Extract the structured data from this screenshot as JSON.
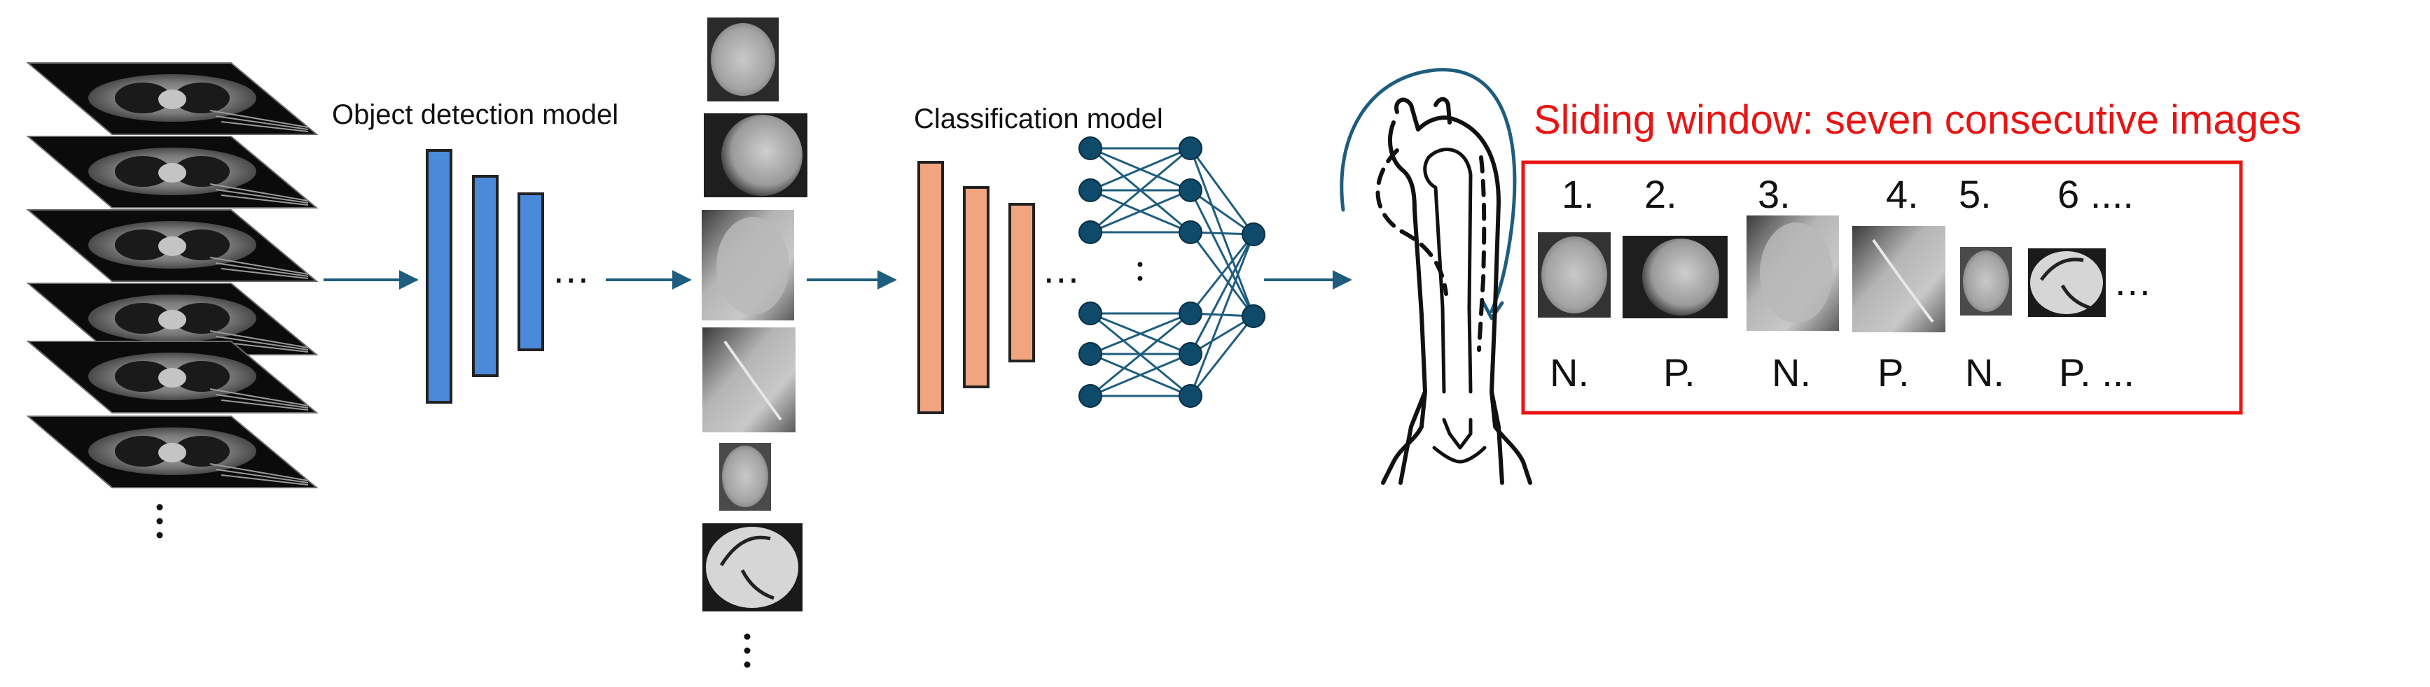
{
  "labels": {
    "object_detection": "Object detection model",
    "classification": "Classification model",
    "sliding_window_title": "Sliding window: seven consecutive images"
  },
  "window": {
    "indices": [
      "1.",
      "2.",
      "3.",
      "4.",
      "5.",
      "6 ...."
    ],
    "classes": [
      "N.",
      "P.",
      "N.",
      "P.",
      "N.",
      "P. ..."
    ],
    "ellipsis": "..."
  },
  "ellipsis": {
    "detector": "...",
    "classifier": "..."
  },
  "colors": {
    "detector_layers": "#4a8ad8",
    "classifier_layers": "#f0a57e",
    "network": "#1f5d7e",
    "arrows": "#1f5d7e",
    "highlight": "#e81414"
  },
  "icons": {
    "ct_stack": "ct-slice-stack-icon",
    "aorta": "aorta-diagram-icon"
  }
}
